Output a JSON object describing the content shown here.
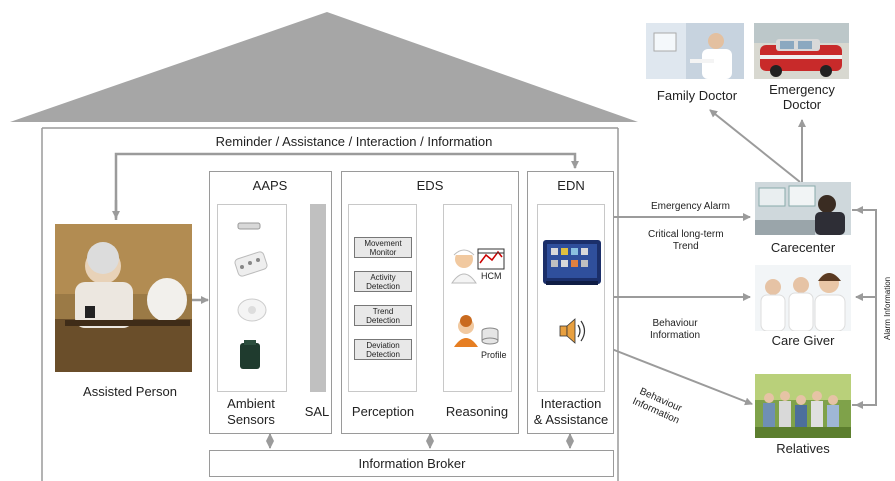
{
  "top_label": "Reminder / Assistance / Interaction / Information",
  "assisted_person": "Assisted Person",
  "aaps": {
    "title": "AAPS",
    "sensors_label": "Ambient\nSensors",
    "sal_label": "SAL"
  },
  "eds": {
    "title": "EDS",
    "modules": [
      "Movement\nMonitor",
      "Activity\nDetection",
      "Trend\nDetection",
      "Deviation\nDetection"
    ],
    "perception_label": "Perception",
    "reasoning_label": "Reasoning",
    "hcm_label": "HCM",
    "profile_label": "Profile"
  },
  "edn": {
    "title": "EDN",
    "interaction_label": "Interaction\n& Assistance"
  },
  "broker": "Information Broker",
  "edges": {
    "emergency_alarm": "Emergency Alarm",
    "critical_trend": "Critical long-term\nTrend",
    "behaviour_caregiver": "Behaviour\nInformation",
    "behaviour_relatives": "Behaviour\nInformation",
    "alarm_information": "Alarm Information"
  },
  "actors": {
    "family_doctor": "Family Doctor",
    "emergency_doctor": "Emergency\nDoctor",
    "carecenter": "Carecenter",
    "care_giver": "Care Giver",
    "relatives": "Relatives"
  },
  "colors": {
    "roof": "#a6a6a6",
    "arrow": "#9b9b9b",
    "border": "#9a9a9a",
    "sal_bar": "#c0c0c0",
    "module_fill": "#e8e8e8"
  }
}
